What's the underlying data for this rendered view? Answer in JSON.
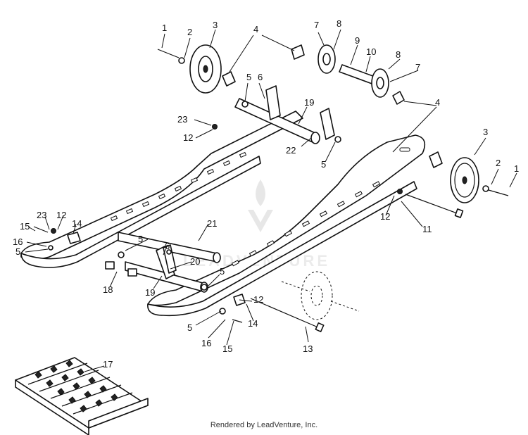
{
  "footer": {
    "text": "Rendered by LeadVenture, Inc."
  },
  "watermark": {
    "text": "LEADVENTURE",
    "color": "#c8c8c8"
  },
  "callouts": [
    "1",
    "2",
    "3",
    "4",
    "5",
    "6",
    "7",
    "8",
    "9",
    "10",
    "11",
    "12",
    "13",
    "14",
    "15",
    "16",
    "17",
    "18",
    "19",
    "20",
    "21",
    "22",
    "23"
  ]
}
